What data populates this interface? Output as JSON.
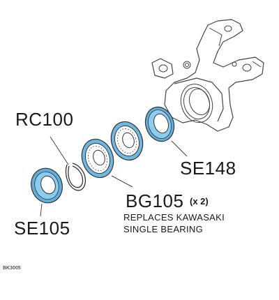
{
  "diagram": {
    "parts": {
      "rc100": {
        "code": "RC100"
      },
      "se105": {
        "code": "SE105"
      },
      "se148": {
        "code": "SE148"
      },
      "bg105": {
        "code": "BG105",
        "qty": "(x 2)",
        "note_line1": "REPLACES KAWASAKI",
        "note_line2": "SINGLE BEARING"
      }
    },
    "footer_code": "BK3005",
    "colors": {
      "seal_blue": "#7fc3e8",
      "line": "#444444",
      "text": "#1a1a1a"
    }
  }
}
